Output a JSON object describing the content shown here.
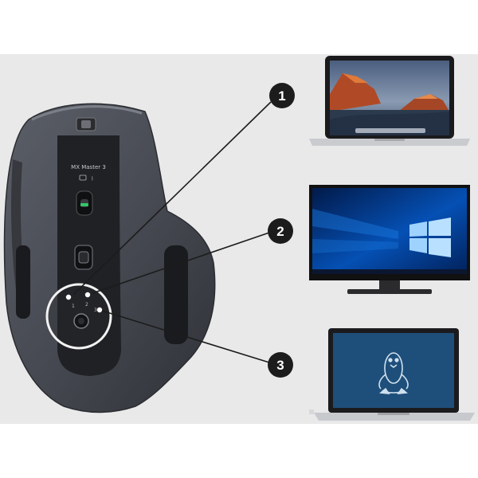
{
  "mouse": {
    "model_label": "MX Master 3",
    "channel_labels": [
      "1",
      "2",
      "3"
    ]
  },
  "callouts": [
    "1",
    "2",
    "3"
  ],
  "devices": [
    {
      "kind": "laptop",
      "os": "macOS",
      "screen_icon": "mountain-wallpaper"
    },
    {
      "kind": "monitor",
      "os": "Windows",
      "screen_icon": "windows-logo"
    },
    {
      "kind": "laptop",
      "os": "Linux",
      "screen_icon": "tux-penguin-icon"
    }
  ],
  "colors": {
    "backdrop": "#e9e9e9",
    "mouse_body": "#4a4d55",
    "mouse_panel": "#202226",
    "callout_circle": "#1c1c1c",
    "windows_blue": "#0a5fc0",
    "linux_screen": "#1e4f7a",
    "led_green": "#35c46a"
  }
}
